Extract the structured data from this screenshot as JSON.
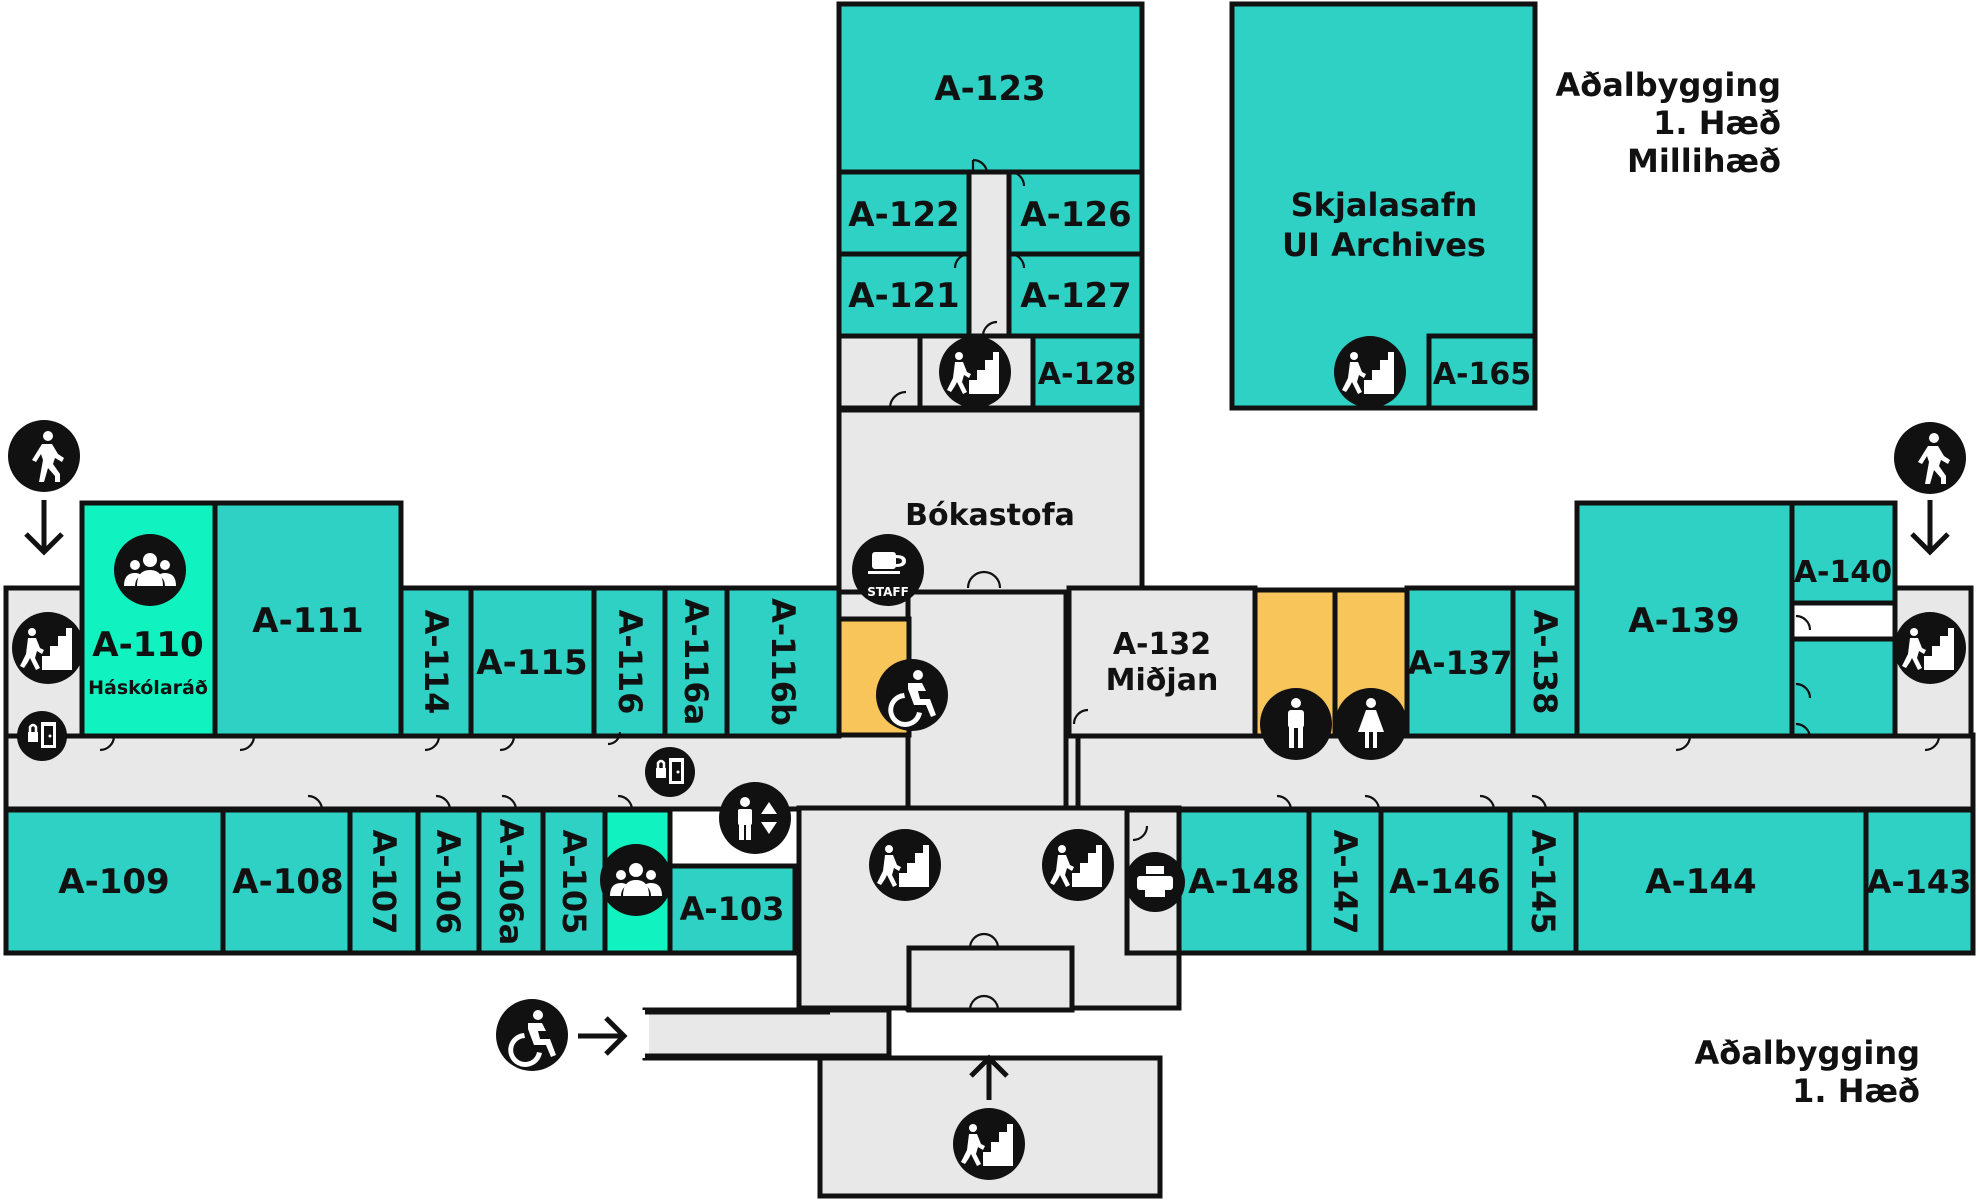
{
  "titles": {
    "upper": [
      "Aðalbygging",
      "1. Hæð",
      "Millihæð"
    ],
    "lower": [
      "Aðalbygging",
      "1. Hæð"
    ]
  },
  "colors": {
    "room": "#2ed1c4",
    "meeting": "#10f2bf",
    "restroom": "#f8c55a",
    "hallway": "#e8e8e8",
    "outline": "#111111",
    "icon": "#111111"
  },
  "rooms": {
    "a123": "A-123",
    "a122": "A-122",
    "a126": "A-126",
    "a121": "A-121",
    "a127": "A-127",
    "a128": "A-128",
    "archives_line1": "Skjalasafn",
    "archives_line2": "UI Archives",
    "a165": "A-165",
    "bokastofa": "Bókastofa",
    "a110": "A-110",
    "a110_sub": "Háskólaráð",
    "a111": "A-111",
    "a114": "A-114",
    "a115": "A-115",
    "a116": "A-116",
    "a116a": "A-116a",
    "a116b": "A-116b",
    "a132": "A-132",
    "a132_sub": "Miðjan",
    "a137": "A-137",
    "a138": "A-138",
    "a139": "A-139",
    "a140": "A-140",
    "a109": "A-109",
    "a108": "A-108",
    "a107": "A-107",
    "a106": "A-106",
    "a106a": "A-106a",
    "a105": "A-105",
    "a103": "A-103",
    "a148": "A-148",
    "a147": "A-147",
    "a146": "A-146",
    "a145": "A-145",
    "a144": "A-144",
    "a143": "A-143"
  },
  "icons": {
    "staff_label": "STAFF",
    "names": [
      "stairs-icon",
      "walking-person-icon",
      "wheelchair-icon",
      "meeting-group-icon",
      "coffee-cup-icon",
      "elevator-icon",
      "printer-icon",
      "locker-icon",
      "male-restroom-icon",
      "female-restroom-icon",
      "arrow-icon"
    ]
  }
}
